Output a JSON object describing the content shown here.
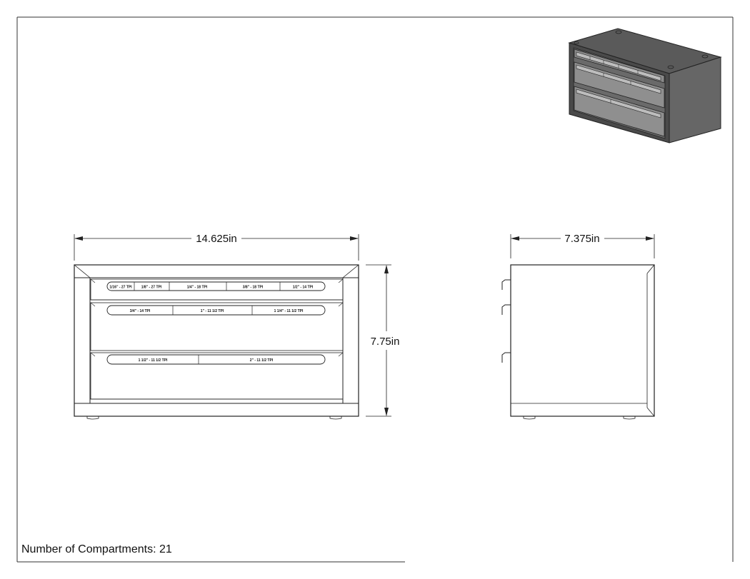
{
  "drawing": {
    "front_width_label": "14.625in",
    "height_label": "7.75in",
    "side_depth_label": "7.375in",
    "compartments_label": "Number of Compartments: 21"
  },
  "drawers": [
    {
      "tabs": [
        "1/16\" - 27 TPI",
        "1/8\" - 27 TPI",
        "1/4\" - 18 TPI",
        "3/8\" - 18 TPI",
        "1/2\" - 14 TPI"
      ]
    },
    {
      "tabs": [
        "3/4\" - 14 TPI",
        "1\" - 11 1/2 TPI",
        "1 1/4\" - 11 1/2 TPI"
      ]
    },
    {
      "tabs": [
        "1 1/2\" - 11 1/2 TPI",
        "2\" - 11 1/2 TPI"
      ]
    }
  ]
}
